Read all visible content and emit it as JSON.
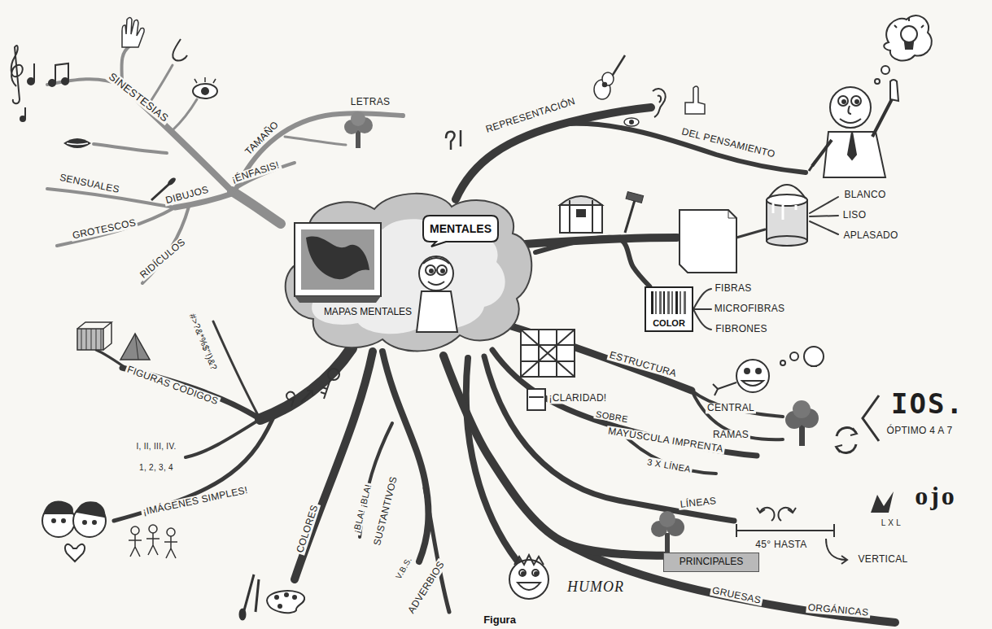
{
  "diagram": {
    "caption": "Figura",
    "nodes": [
      {
        "text": [
          "MAPAS MENTALES"
        ]
      },
      {
        "text": [
          "MENTALES"
        ],
        "in": 0
      },
      {
        "text": [
          "COLOR"
        ]
      },
      {
        "text": [
          "PRINCIPALES"
        ]
      }
    ],
    "edges": [
      {
        "from": 0,
        "to": 2,
        "arrow": "none"
      },
      {
        "from": 0,
        "to": 3,
        "arrow": "none"
      }
    ],
    "labels": [
      "SINESTESIAS",
      "TAMAÑO",
      "LETRAS",
      "¡ÉNFASIS!",
      "SENSUALES",
      "DIBUJOS",
      "GROTESCOS",
      "RIDÍCULOS",
      "#>?&*%$\"!)&?",
      "FIGURAS CÓDIGOS",
      "I, II, III, IV.",
      "1, 2, 3, 4",
      "¡IMÁGENES SIMPLES!",
      "COLORES",
      "¡BLA! ¡BLA!",
      "SUSTANTIVOS",
      "V.B.S.",
      "ADVERBIOS",
      "REPRESENTACIÓN",
      "DEL PENSAMIENTO",
      "BLANCO",
      "LISO",
      "APLASADO",
      "FIBRAS",
      "MICROFIBRAS",
      "FIBRONES",
      "ESTRUCTURA",
      "CENTRAL",
      "RAMAS",
      "¡CLARIDAD!",
      "SOBRE",
      "MAYÚSCULA IMPRENTA",
      "3 X LÍNEA",
      "LÍNEAS",
      "45° HASTA",
      "VERTICAL",
      "L X L",
      "ojo",
      "IOS.",
      "ÓPTIMO 4 A 7",
      "HUMOR",
      "GRUESAS",
      "ORGÁNICAS"
    ]
  }
}
